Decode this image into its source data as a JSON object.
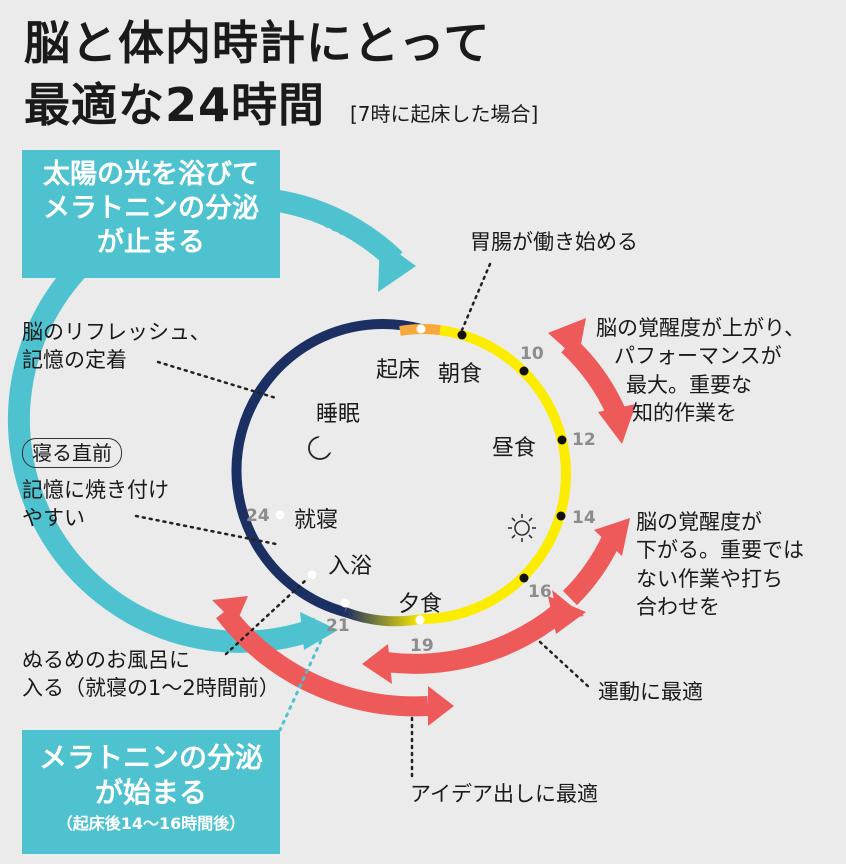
{
  "title": {
    "line1": "脳と体内時計にとって",
    "line2": "最適な24時間",
    "subtitle": "[7時に起床した場合]"
  },
  "callouts": {
    "sunlight": [
      "太陽の光を浴びて",
      "メラトニンの分泌",
      "が止まる"
    ],
    "melatonin_start": [
      "メラトニンの分泌",
      "が始まる",
      "（起床後14〜16時間後）"
    ]
  },
  "labels": {
    "stomach": "胃腸が働き始める",
    "refresh": [
      "脳のリフレッシュ、",
      "記憶の定着"
    ],
    "before_sleep_tag": "寝る直前",
    "before_sleep": [
      "記憶に焼き付け",
      "やすい"
    ],
    "bath_advice": [
      "ぬるめのお風呂に",
      "入る（就寝の1〜2時間前）"
    ],
    "alert_up": [
      "脳の覚醒度が上がり、",
      "パフォーマンスが",
      "最大。重要な",
      "知的作業を"
    ],
    "alert_down": [
      "脳の覚醒度が",
      "下がる。重要では",
      "ない作業や打ち",
      "合わせを"
    ],
    "exercise": "運動に最適",
    "ideas": "アイデア出しに最適"
  },
  "events": {
    "wake": "起床",
    "breakfast": "朝食",
    "sleep": "睡眠",
    "lunch": "昼食",
    "bedtime": "就寝",
    "bath": "入浴",
    "dinner": "夕食"
  },
  "hours": {
    "h10": "10",
    "h12": "12",
    "h14": "14",
    "h16": "16",
    "h19": "19",
    "h21": "21",
    "h24": "24"
  },
  "icons": [
    "moon-icon",
    "sun-icon"
  ],
  "colors": {
    "cyan": "#4ec3cf",
    "red": "#ee5a5a",
    "day": "#fbec00",
    "night": "#1c2f63"
  }
}
